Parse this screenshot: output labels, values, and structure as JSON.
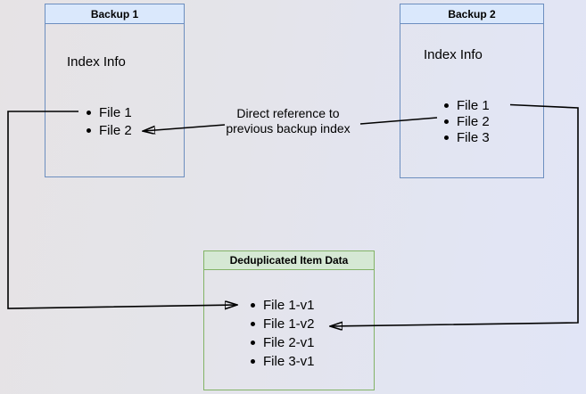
{
  "diagram": {
    "backup1": {
      "title": "Backup 1",
      "body_label": "Index Info",
      "files": [
        "File 1",
        "File 2"
      ]
    },
    "backup2": {
      "title": "Backup 2",
      "body_label": "Index Info",
      "files": [
        "File 1",
        "File 2",
        "File 3"
      ]
    },
    "dedup": {
      "title": "Deduplicated Item Data",
      "items": [
        "File 1-v1",
        "File 1-v2",
        "File 2-v1",
        "File 3-v1"
      ]
    },
    "annotation": {
      "line1": "Direct reference to",
      "line2": "previous backup index"
    },
    "colors": {
      "blue_header_fill": "#dae8fc",
      "blue_border": "#6c8ebf",
      "green_header_fill": "#d5e8d4",
      "green_border": "#82b366",
      "arrow": "#000000",
      "text": "#000000",
      "background_left": "#e6e3e5",
      "background_right": "#e1e5f6"
    }
  }
}
